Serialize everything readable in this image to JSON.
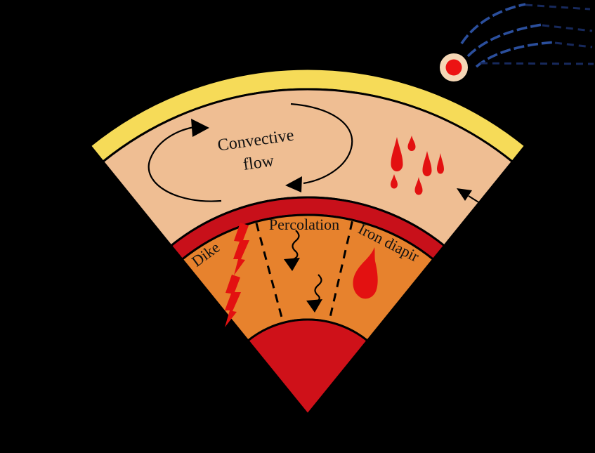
{
  "labels": {
    "convective_line1": "Convective",
    "convective_line2": "flow",
    "dike": "Dike",
    "percolation": "Percolation",
    "iron_diapir": "Iron diapir"
  },
  "colors": {
    "background": "#000000",
    "crust_yellow": "#F6DB58",
    "mantle_peach": "#EFBE93",
    "magma_ocean_red": "#C8101A",
    "lower_mantle_orange": "#E7822D",
    "core_red": "#CF1119",
    "metal_red": "#E31111",
    "impactor_fill": "#F5D7B6",
    "impactor_core_red": "#EC1313",
    "trajectory_blue": "#2B4F9D",
    "trajectory_dark_blue": "#17295C",
    "outline_black": "#000000"
  },
  "icons": [
    "impactor-icon",
    "trajectory-lines-icon",
    "convection-loop-arrows-icon",
    "metal-droplets-icon",
    "droplet-pointer-arrow-icon",
    "dike-lightning-icon",
    "percolation-arrows-icon",
    "iron-diapir-blob-icon"
  ]
}
